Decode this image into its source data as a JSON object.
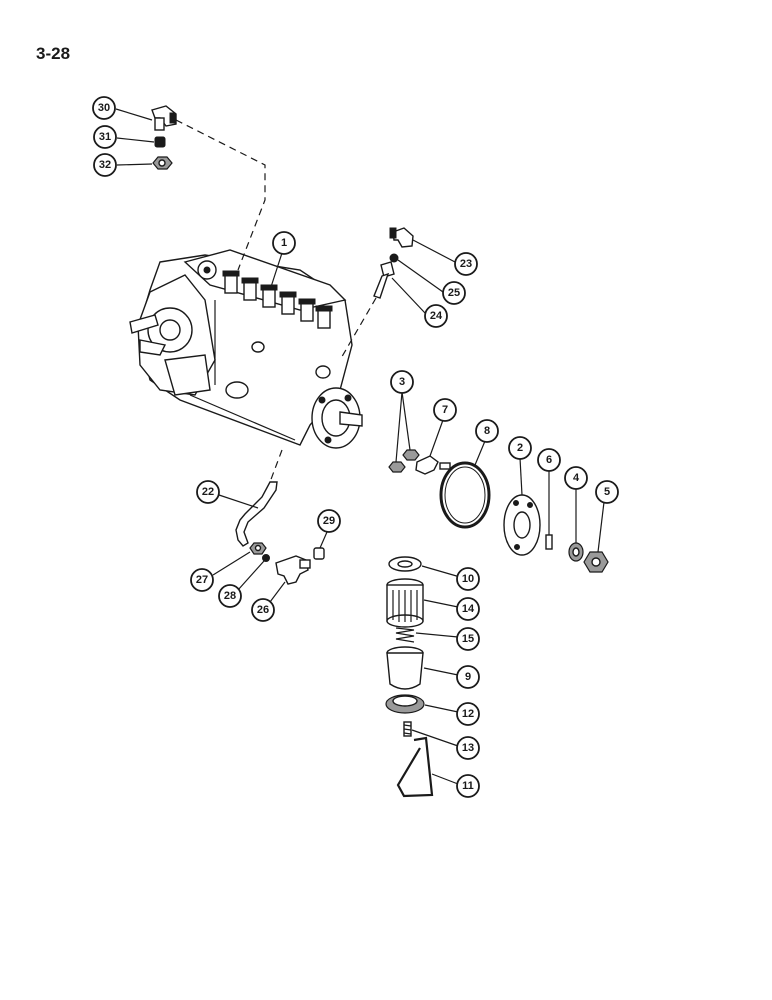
{
  "page": {
    "number": "3-28"
  },
  "callouts": [
    {
      "id": "c1",
      "label": "1"
    },
    {
      "id": "c2",
      "label": "2"
    },
    {
      "id": "c3",
      "label": "3"
    },
    {
      "id": "c4",
      "label": "4"
    },
    {
      "id": "c5",
      "label": "5"
    },
    {
      "id": "c6",
      "label": "6"
    },
    {
      "id": "c7",
      "label": "7"
    },
    {
      "id": "c8",
      "label": "8"
    },
    {
      "id": "c9",
      "label": "9"
    },
    {
      "id": "c10",
      "label": "10"
    },
    {
      "id": "c11",
      "label": "11"
    },
    {
      "id": "c12",
      "label": "12"
    },
    {
      "id": "c13",
      "label": "13"
    },
    {
      "id": "c14",
      "label": "14"
    },
    {
      "id": "c15",
      "label": "15"
    },
    {
      "id": "c22",
      "label": "22"
    },
    {
      "id": "c23",
      "label": "23"
    },
    {
      "id": "c24",
      "label": "24"
    },
    {
      "id": "c25",
      "label": "25"
    },
    {
      "id": "c26",
      "label": "26"
    },
    {
      "id": "c27",
      "label": "27"
    },
    {
      "id": "c28",
      "label": "28"
    },
    {
      "id": "c29",
      "label": "29"
    },
    {
      "id": "c30",
      "label": "30"
    },
    {
      "id": "c31",
      "label": "31"
    },
    {
      "id": "c32",
      "label": "32"
    }
  ]
}
